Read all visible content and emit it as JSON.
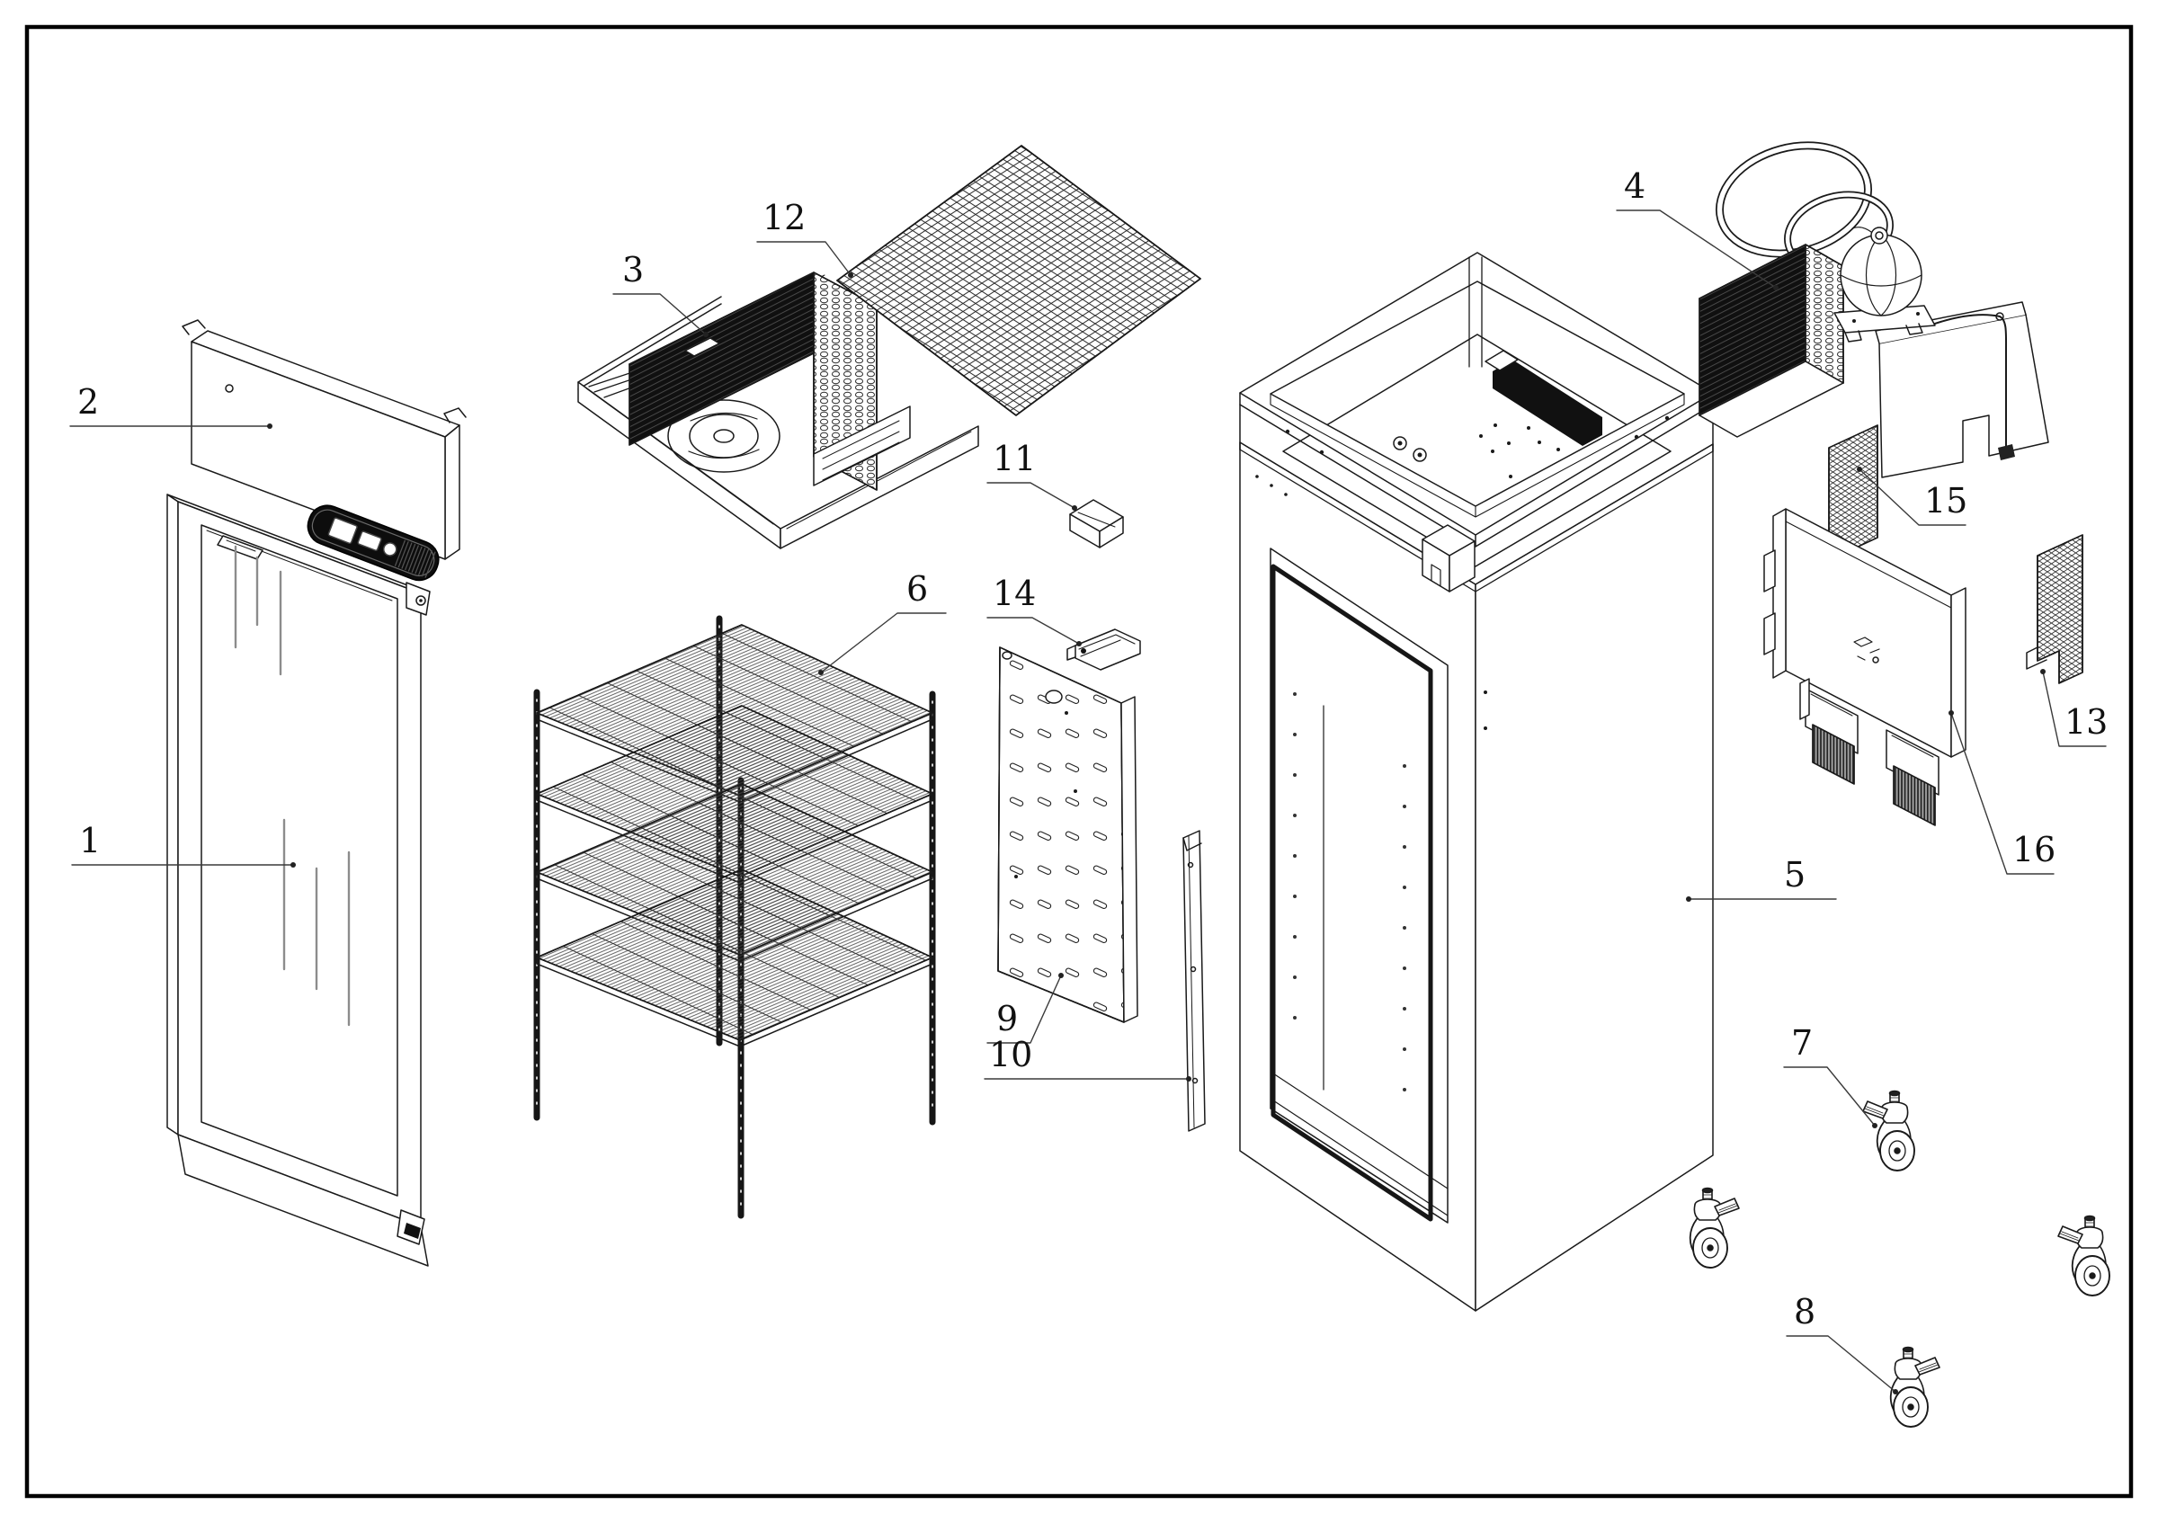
{
  "figure": {
    "background": "#ffffff",
    "line_color": "#1a1a1a",
    "leader_color": "#3a3a3a"
  },
  "callouts": {
    "c1": "1",
    "c2": "2",
    "c3": "3",
    "c4": "4",
    "c5": "5",
    "c6": "6",
    "c7": "7",
    "c8": "8",
    "c9": "9",
    "c10": "10",
    "c11": "11",
    "c12": "12",
    "c13": "13",
    "c14": "14",
    "c15": "15",
    "c16": "16"
  }
}
